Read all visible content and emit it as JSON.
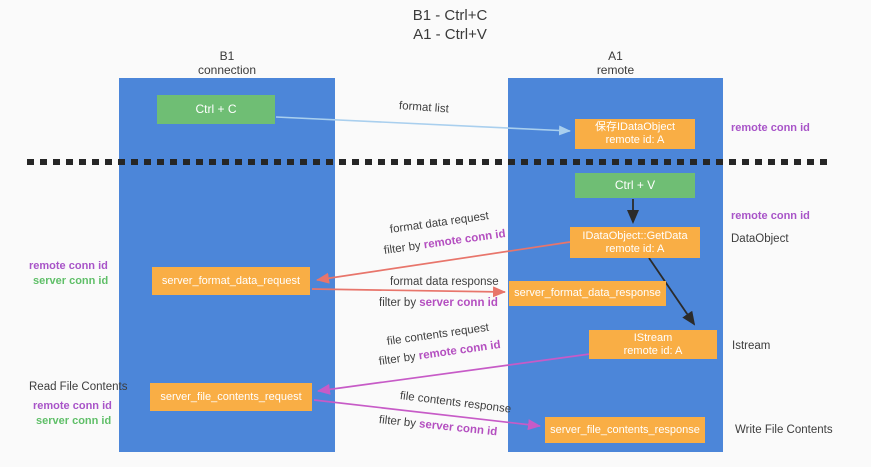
{
  "title": {
    "line1": "B1 - Ctrl+C",
    "line2": "A1 - Ctrl+V"
  },
  "columns": {
    "left": {
      "line1": "B1",
      "line2": "connection"
    },
    "right": {
      "line1": "A1",
      "line2": "remote"
    }
  },
  "nodes": {
    "ctrl_c": "Ctrl + C",
    "ctrl_v": "Ctrl + V",
    "save_idataobject": {
      "line1": "保存IDataObject",
      "line2": "remote id: A"
    },
    "getdata": {
      "line1": "IDataObject::GetData",
      "line2": "remote id: A"
    },
    "istream": {
      "line1": "IStream",
      "line2": "remote id: A"
    },
    "server_format_data_request": "server_format_data_request",
    "server_format_data_response": "server_format_data_response",
    "server_file_contents_request": "server_file_contents_request",
    "server_file_contents_response": "server_file_contents_response"
  },
  "flow_labels": {
    "format_list": "format list",
    "format_data_request": "format data request",
    "format_data_request_filter_prefix": "filter by ",
    "format_data_request_filter_key": "remote conn id",
    "format_data_response": "format data response",
    "format_data_response_filter_prefix": "filter by ",
    "format_data_response_filter_key": "server conn id",
    "file_contents_request": "file contents request",
    "file_contents_request_filter_prefix": "filter by ",
    "file_contents_request_filter_key": "remote conn id",
    "file_contents_response": "file contents response",
    "file_contents_response_filter_prefix": "filter by ",
    "file_contents_response_filter_key": "server conn id"
  },
  "side_labels": {
    "right_remote_conn_top": "remote conn id",
    "right_remote_conn_mid": "remote conn id",
    "data_object": "DataObject",
    "istream": "Istream",
    "write_file_contents": "Write File Contents",
    "left_remote_conn_top": "remote conn id",
    "left_server_conn_top": "server conn id",
    "read_file_contents": "Read File Contents",
    "left_remote_conn_bottom": "remote conn id",
    "left_server_conn_bottom": "server conn id"
  },
  "colors": {
    "lifeline_blue": "#4c86d9",
    "node_green": "#6fbe74",
    "node_orange": "#f9ae45",
    "arrow_light_blue": "#a9cfee",
    "arrow_salmon": "#e8756b",
    "arrow_magenta": "#c75bc7",
    "arrow_black": "#2b2b2b",
    "text_purple": "#a854c8",
    "text_green": "#5fbf68",
    "text_dark": "#3a3a3a",
    "background": "#fafafa"
  }
}
